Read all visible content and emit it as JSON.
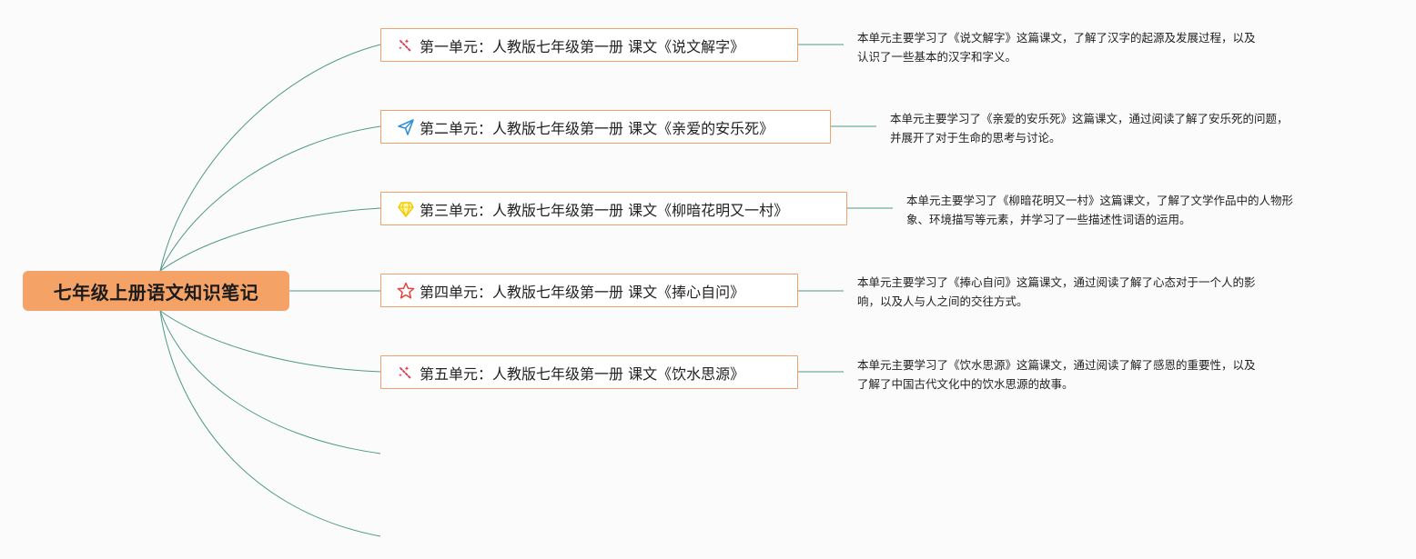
{
  "title": "七年级上册语文知识笔记",
  "units": [
    {
      "icon": "magic-wand-icon",
      "label": "第一单元：人教版七年级第一册 课文《说文解字》",
      "note_line1": "本单元主要学习了《说文解字》这篇课文，了解了汉字的起源及发展过程，以及",
      "note_line2": "认识了一些基本的汉字和字义。"
    },
    {
      "icon": "paper-plane-icon",
      "label": "第二单元：人教版七年级第一册 课文《亲爱的安乐死》",
      "note_line1": "本单元主要学习了《亲爱的安乐死》这篇课文，通过阅读了解了安乐死的问题，",
      "note_line2": "并展开了对于生命的思考与讨论。"
    },
    {
      "icon": "diamond-icon",
      "label": "第三单元：人教版七年级第一册 课文《柳暗花明又一村》",
      "note_line1": "本单元主要学习了《柳暗花明又一村》这篇课文，了解了文学作品中的人物形",
      "note_line2": "象、环境描写等元素，并学习了一些描述性词语的运用。"
    },
    {
      "icon": "star-icon",
      "label": "第四单元：人教版七年级第一册 课文《捧心自问》",
      "note_line1": "本单元主要学习了《捧心自问》这篇课文，通过阅读了解了心态对于一个人的影",
      "note_line2": "响，以及人与人之间的交往方式。"
    },
    {
      "icon": "magic-wand-icon",
      "label": "第五单元：人教版七年级第一册 课文《饮水思源》",
      "note_line1": "本单元主要学习了《饮水思源》这篇课文，通过阅读了解了感恩的重要性，以及",
      "note_line2": "了解了中国古代文化中的饮水思源的故事。"
    }
  ],
  "colors": {
    "root_fill": "#f4a266",
    "node_border": "#f2a06a",
    "connector": "#4f9a88",
    "wand": "#e0344d",
    "plane": "#2f8fd6",
    "diamond": "#f5d400",
    "star": "#e8433c"
  }
}
